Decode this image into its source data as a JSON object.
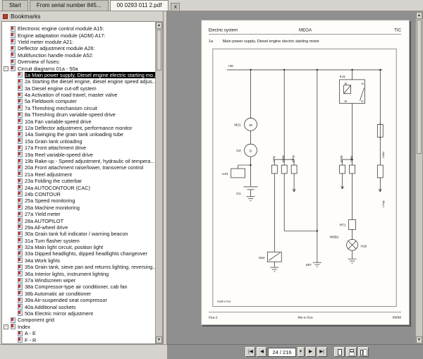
{
  "tabs": {
    "items": [
      {
        "label": "Start",
        "active": false
      },
      {
        "label": "From serial number 845...",
        "active": false
      },
      {
        "label": "00 0293 011 2.pdf",
        "active": true
      }
    ],
    "close_label": "x"
  },
  "bookmarks_panel": {
    "title": "Bookmarks",
    "expander_collapsed": "-",
    "items": [
      {
        "label": "Electronic engine control module A15:",
        "level": 0
      },
      {
        "label": "Engine adaptation module (ADM) A17:",
        "level": 0
      },
      {
        "label": "Yield meter module A21:",
        "level": 0
      },
      {
        "label": "Deflector adjustment module A26:",
        "level": 0
      },
      {
        "label": "Multifunction handle module A52:",
        "level": 0
      },
      {
        "label": "Overview of fuses:",
        "level": 0
      },
      {
        "label": "Circuit diagrams 01a - 50a",
        "level": 0,
        "folder": true
      },
      {
        "label": "1a Main power supply, Diesel engine electric starting mo...",
        "level": 1,
        "selected": true
      },
      {
        "label": "2a Starting the diesel engine, diesel engine speed adjus...",
        "level": 1
      },
      {
        "label": "3a Diesel engine cut-off system",
        "level": 1
      },
      {
        "label": "4a Activation of road travel, master valve",
        "level": 1
      },
      {
        "label": "5a Fieldwork computer",
        "level": 1
      },
      {
        "label": "7a Threshing mechanism circuit",
        "level": 1
      },
      {
        "label": "8a Threshing drum variable-speed drive",
        "level": 1
      },
      {
        "label": "10a Fan variable-speed drive",
        "level": 1
      },
      {
        "label": "12a Deflector adjustment, performance monitor",
        "level": 1
      },
      {
        "label": "14a Swinging the grain tank unloading tube",
        "level": 1
      },
      {
        "label": "15a Grain tank unloading",
        "level": 1
      },
      {
        "label": "17a Front attachment drive",
        "level": 1
      },
      {
        "label": "19a Reel variable-speed drive",
        "level": 1
      },
      {
        "label": "19b Rake-up - Speed adjustment, hydraulic oil tempera...",
        "level": 1
      },
      {
        "label": "20a Front attachment raise/lower, transverse control",
        "level": 1
      },
      {
        "label": "21a Reel adjustment",
        "level": 1
      },
      {
        "label": "23a Folding the cutterbar",
        "level": 1
      },
      {
        "label": "24a AUTOCONTOUR (CAC)",
        "level": 1
      },
      {
        "label": "24b CONTOUR",
        "level": 1
      },
      {
        "label": "25a Speed monitoring",
        "level": 1
      },
      {
        "label": "26a Machine monitoring",
        "level": 1
      },
      {
        "label": "27a Yield meter",
        "level": 1
      },
      {
        "label": "28a AUTOPILOT",
        "level": 1
      },
      {
        "label": "29a All-wheel drive",
        "level": 1
      },
      {
        "label": "30a Grain tank full indicator / warning beacon",
        "level": 1
      },
      {
        "label": "31a Turn flasher system",
        "level": 1
      },
      {
        "label": "32a Main light circuit, position light",
        "level": 1
      },
      {
        "label": "33a Dipped headlights, dipped headlights changeover",
        "level": 1
      },
      {
        "label": "34a Work lights",
        "level": 1
      },
      {
        "label": "35a Grain tank, sieve pan and returns lighting, reversing...",
        "level": 1
      },
      {
        "label": "36a Interior lights, instrument lighting",
        "level": 1
      },
      {
        "label": "37a Windscreen wiper",
        "level": 1
      },
      {
        "label": "38a Compressor-type air conditioner, cab fan",
        "level": 1
      },
      {
        "label": "38b Automatic air conditioner",
        "level": 1
      },
      {
        "label": "39a Air-suspended seat compressor",
        "level": 1
      },
      {
        "label": "40a Additional sockets",
        "level": 1
      },
      {
        "label": "50a Electric mirror adjustment",
        "level": 1
      },
      {
        "label": "Component grid",
        "level": 0
      },
      {
        "label": "Index",
        "level": 0,
        "folder": true
      },
      {
        "label": "A - E",
        "level": 1
      },
      {
        "label": "F - R",
        "level": 1
      }
    ]
  },
  "document": {
    "header": {
      "left": "Electric system",
      "center": "MEGA",
      "right": "TIC"
    },
    "section": {
      "number": "1a",
      "title": "Main power supply, Diesel engine electric starting motor"
    },
    "footer": {
      "left": "01a-2",
      "center": "Me-e-01a",
      "right": "09/98"
    }
  },
  "schematic": {
    "labels": {
      "bus_plus30": "+30",
      "k11": "K11",
      "m21": "M21",
      "m_sym": "M",
      "g2": "G2",
      "g_sym": "G",
      "u21": "U21",
      "g1": "G1",
      "rt1": "RT1",
      "h19": "H19",
      "w5b1": "W5B1",
      "s64": "S64",
      "z57": "Z57",
      "wire_ls5gr": "LS5gr",
      "wire_m08br": "M08Br",
      "wire_mf6gr": "MF6gr",
      "wire_ls8gr": "LS8gr",
      "wire_ls8br": "LS8br",
      "wire_ls4gr": "LS4gr",
      "pin30": "30",
      "pin87": "87",
      "pin85": "85",
      "pin86": "86",
      "ref": "ma06-e-01a"
    }
  },
  "scrollbar": {
    "up": "▲",
    "down": "▼"
  },
  "statusbar": {
    "first": "|◀",
    "prev": "◀",
    "page_indicator": "24 / 216",
    "dropdown": "▾",
    "next": "▶",
    "last": "▶|"
  }
}
